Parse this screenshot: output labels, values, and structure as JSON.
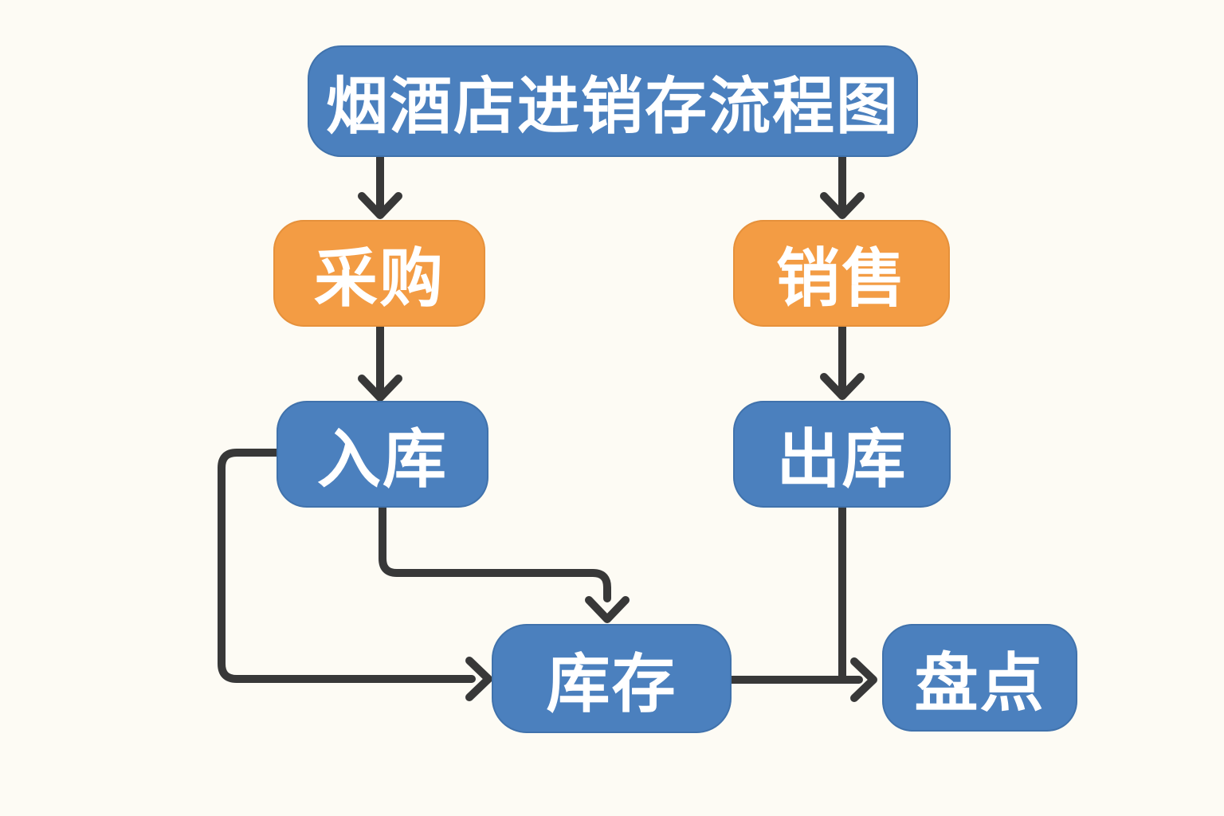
{
  "diagram": {
    "title": "烟酒店进销存流程图",
    "colors": {
      "node_blue": "#4b80be",
      "node_orange": "#f39c44",
      "arrow": "#383838",
      "background": "#fdfbf4",
      "node_text": "#ffffff"
    },
    "nodes": [
      {
        "id": "title",
        "label": "烟酒店进销存流程图",
        "color": "blue",
        "role": "title"
      },
      {
        "id": "purchase",
        "label": "采购",
        "color": "orange",
        "role": "process"
      },
      {
        "id": "sales",
        "label": "销售",
        "color": "orange",
        "role": "process"
      },
      {
        "id": "inbound",
        "label": "入库",
        "color": "blue",
        "role": "process"
      },
      {
        "id": "outbound",
        "label": "出库",
        "color": "blue",
        "role": "process"
      },
      {
        "id": "inventory",
        "label": "库存",
        "color": "blue",
        "role": "process"
      },
      {
        "id": "stocktake",
        "label": "盘点",
        "color": "blue",
        "role": "process"
      }
    ],
    "edges": [
      {
        "from": "title",
        "to": "purchase",
        "style": "straight-down"
      },
      {
        "from": "title",
        "to": "sales",
        "style": "straight-down"
      },
      {
        "from": "purchase",
        "to": "inbound",
        "style": "straight-down"
      },
      {
        "from": "sales",
        "to": "outbound",
        "style": "straight-down"
      },
      {
        "from": "inbound",
        "to": "inventory",
        "style": "elbow-bottom-to-top"
      },
      {
        "from": "inbound",
        "to": "inventory",
        "style": "elbow-left-side-to-left"
      },
      {
        "from": "inventory",
        "to": "stocktake",
        "style": "straight-right"
      },
      {
        "from": "outbound",
        "to": "stocktake",
        "style": "down-merge-into-arrow"
      }
    ]
  }
}
